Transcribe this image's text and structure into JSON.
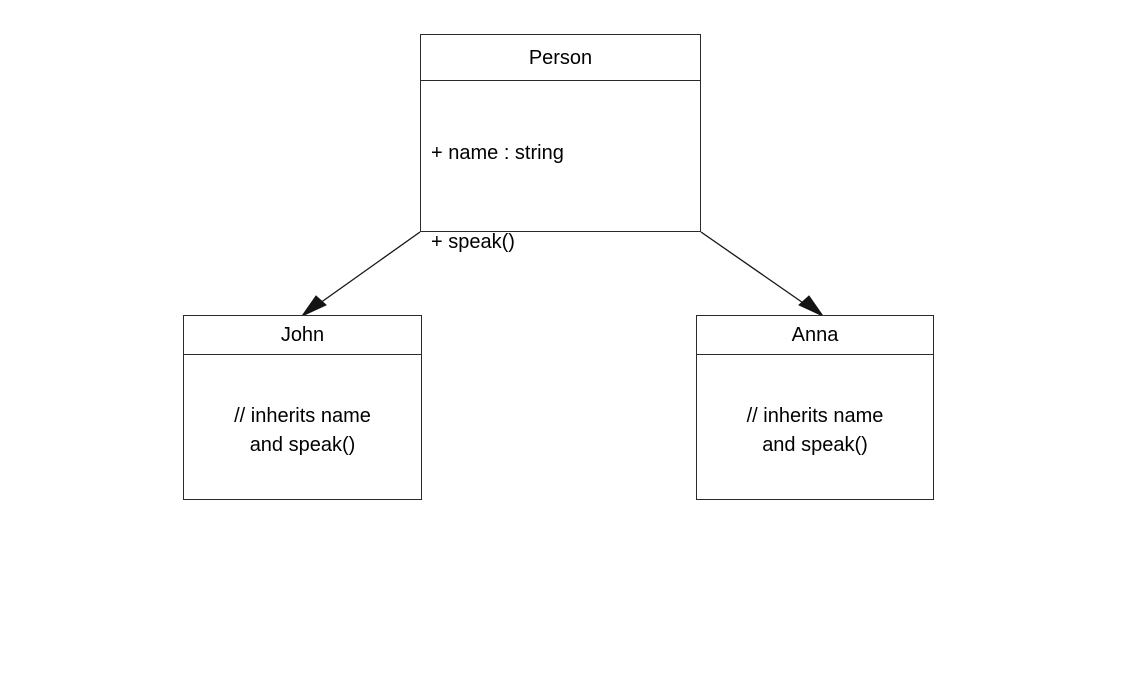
{
  "diagram": {
    "type": "uml-class-diagram",
    "title": "",
    "background_color": "#ffffff",
    "stroke_color": "#2b2b2b",
    "text_color": "#000000",
    "classes": [
      {
        "id": "person",
        "name": "Person",
        "role": "base",
        "attributes": [
          "+ name : string"
        ],
        "operations": [
          "+ speak()"
        ],
        "note_lines": []
      },
      {
        "id": "john",
        "name": "John",
        "role": "derived",
        "attributes": [],
        "operations": [],
        "note_lines": [
          "// inherits name",
          "and speak()"
        ]
      },
      {
        "id": "anna",
        "name": "Anna",
        "role": "derived",
        "attributes": [],
        "operations": [],
        "note_lines": [
          "// inherits name",
          "and speak()"
        ]
      }
    ],
    "relationships": [
      {
        "id": "person-to-john",
        "kind": "inheritance",
        "from": "Person",
        "to": "John",
        "arrowhead": "filled-triangle",
        "label": ""
      },
      {
        "id": "person-to-anna",
        "kind": "inheritance",
        "from": "Person",
        "to": "Anna",
        "arrowhead": "filled-triangle",
        "label": ""
      }
    ]
  }
}
